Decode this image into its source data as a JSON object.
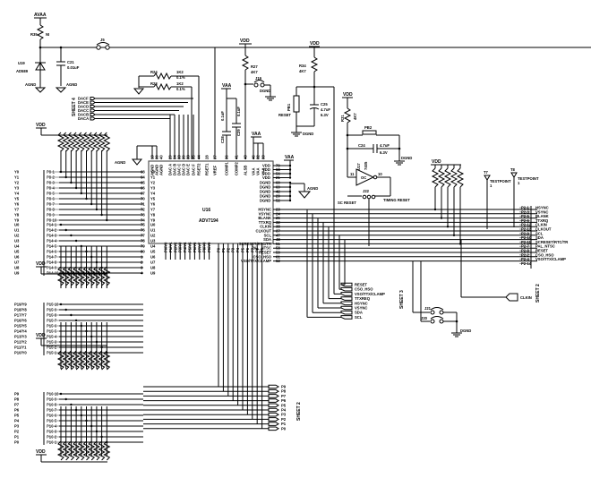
{
  "ic": {
    "designator": "U16",
    "part": "ADV7194",
    "left_pins_y": [
      {
        "num": "63",
        "name": "Y0"
      },
      {
        "num": "64",
        "name": "Y1"
      },
      {
        "num": "65",
        "name": "Y2"
      },
      {
        "num": "66",
        "name": "Y3"
      },
      {
        "num": "67",
        "name": "Y4"
      },
      {
        "num": "70",
        "name": "Y5"
      },
      {
        "num": "71",
        "name": "Y6"
      },
      {
        "num": "72",
        "name": "Y7"
      },
      {
        "num": "73",
        "name": "Y8"
      },
      {
        "num": "74",
        "name": "Y9"
      }
    ],
    "left_pins_u": [
      {
        "num": "75",
        "name": "U0"
      },
      {
        "num": "76",
        "name": "U1"
      },
      {
        "num": "77",
        "name": "U2"
      },
      {
        "num": "78",
        "name": "U3"
      },
      {
        "num": "79",
        "name": "U4"
      },
      {
        "num": "80",
        "name": "U5"
      },
      {
        "num": "1",
        "name": "U6"
      },
      {
        "num": "2",
        "name": "U7"
      },
      {
        "num": "3",
        "name": "U8"
      },
      {
        "num": "4",
        "name": "U9"
      }
    ],
    "top_pins": [
      {
        "num": "18",
        "name": "AGND"
      },
      {
        "num": "30",
        "name": "AGND"
      },
      {
        "num": "40",
        "name": "AGND"
      },
      {
        "num": "29",
        "name": "DAC A"
      },
      {
        "num": "34",
        "name": "DAC B"
      },
      {
        "num": "33",
        "name": "DAC C"
      },
      {
        "num": "39",
        "name": "DAC D"
      },
      {
        "num": "38",
        "name": "DAC E"
      },
      {
        "num": "35",
        "name": "DAC F"
      },
      {
        "num": "44",
        "name": "RSET2"
      },
      {
        "num": "28",
        "name": "RSET1"
      },
      {
        "num": "37",
        "name": "VREF"
      },
      {
        "num": "36",
        "name": "COMP1"
      },
      {
        "num": "41",
        "name": "COMP2"
      },
      {
        "num": "43",
        "name": "ALSB"
      },
      {
        "num": "46",
        "name": "VAA"
      },
      {
        "num": "32",
        "name": "VAA"
      },
      {
        "num": "33",
        "name": "VAA"
      }
    ],
    "right_pins_vdd": [
      {
        "num": "79",
        "name": "VDD"
      },
      {
        "num": "68",
        "name": "VDD"
      },
      {
        "num": "56",
        "name": "VDD"
      },
      {
        "num": "21",
        "name": "VDD"
      }
    ],
    "right_pins_dgnd": [
      {
        "num": "60",
        "name": "DGND"
      },
      {
        "num": "69",
        "name": "DGND"
      },
      {
        "num": "42",
        "name": "DGND"
      },
      {
        "num": "20",
        "name": "DGND"
      },
      {
        "num": "52",
        "name": "DGND"
      }
    ],
    "right_pins_sig": [
      {
        "num": "23",
        "name": "HSYNC"
      },
      {
        "num": "24",
        "name": "VSYNC"
      },
      {
        "num": "25",
        "name": "BLANK"
      },
      {
        "num": "32",
        "name": "TTXRQ"
      },
      {
        "num": "38",
        "name": "CLKIN"
      },
      {
        "num": "37",
        "name": "CLKOUT"
      },
      {
        "num": "47",
        "name": "SCL"
      },
      {
        "num": "48",
        "name": "SDA"
      },
      {
        "num": "51",
        "name": "SCRESET/RTC/TR"
      },
      {
        "num": "58",
        "name": "PAL_NTSC"
      },
      {
        "num": "59",
        "name": "RESET"
      },
      {
        "num": "61",
        "name": "CSO_HSO"
      },
      {
        "num": "62",
        "name": "VSO/TTX/CLAMP"
      }
    ],
    "bottom_pins_left": [
      "P0/Y0",
      "P1/Y1",
      "P2/Y2",
      "P3/Y3",
      "P4/Y4",
      "P5/Y5",
      "P6/Y6",
      "P7/Y7",
      "P8/Y8",
      "P9/Y9"
    ],
    "bottom_pins_right": [
      "P0",
      "P1",
      "P2",
      "P3",
      "P4",
      "P5",
      "P6",
      "P7",
      "P8",
      "P9"
    ]
  },
  "power": {
    "avaa": "AVAA",
    "vaa": "VAA",
    "vdd": "VDD",
    "agnd": "AGND",
    "dgnd": "DGND"
  },
  "components": {
    "r35": {
      "ref": "R35",
      "value": "NI"
    },
    "u19": {
      "ref": "U19",
      "value": "AD589"
    },
    "c21": {
      "ref": "C21",
      "value": "0.01uF"
    },
    "j5": {
      "ref": "J5"
    },
    "r24": {
      "ref": "R24",
      "value": "1K2",
      "tol": "0.1%"
    },
    "r23": {
      "ref": "R23",
      "value": "1K2",
      "tol": "0.1%"
    },
    "r27": {
      "ref": "R27",
      "value": "4K7"
    },
    "j19": {
      "ref": "J19"
    },
    "c28": {
      "ref": "C28",
      "value": "0.1uF"
    },
    "c29": {
      "ref": "C29",
      "value": "0.1uF"
    },
    "r34": {
      "ref": "R34",
      "value": "4K7"
    },
    "pb1": {
      "ref": "PB1",
      "label": "RESET"
    },
    "c25": {
      "ref": "C25",
      "value": "4.7uF",
      "voltage": "6.3V"
    },
    "r31": {
      "ref": "R31",
      "value": "4K7"
    },
    "pb2": {
      "ref": "PB2"
    },
    "c24": {
      "ref": "C24",
      "value": "4.7uF",
      "voltage": "6.3V"
    },
    "u17": {
      "ref": "U17",
      "part": "7405",
      "gate": "OC",
      "pin_in": "11",
      "pin_out": "10"
    },
    "j22": {
      "ref": "J22",
      "label_left": "SC RESET",
      "label_right": "TIMING RESET"
    },
    "t7": {
      "ref": "T7",
      "label": "TESTPOINT",
      "pin": "1"
    },
    "t8": {
      "ref": "T8",
      "label": "TESTPOINT",
      "pin": "1"
    },
    "j21": {
      "ref": "J21"
    },
    "j20": {
      "ref": "J20"
    }
  },
  "sheet4": {
    "label": "SHEET 4",
    "nets": [
      "DACF",
      "DACE",
      "DACD",
      "DACC",
      "DACB",
      "DACA"
    ]
  },
  "sheet3": {
    "label": "SHEET 3",
    "nets": [
      "RESET",
      "CSO_HSO",
      "VSO/TTX/CLAMP",
      "TTXREQ",
      "HSYNC",
      "VSYNC",
      "SDA",
      "SCL"
    ]
  },
  "sheet2_right": {
    "label": "SHEET 2",
    "clkin": "CLKIN"
  },
  "sheet2_bottom": {
    "label": "SHEET 2",
    "nets": [
      "P9",
      "P8",
      "P7",
      "P6",
      "P5",
      "P4",
      "P3",
      "P2",
      "P1",
      "P0"
    ]
  },
  "header_p2": {
    "pins": [
      {
        "pin": "P2-1",
        "net": "HSYNC"
      },
      {
        "pin": "P2-3",
        "net": "VSYNC"
      },
      {
        "pin": "P2-5",
        "net": "BLANK"
      },
      {
        "pin": "P2-6",
        "net": "TTXRQ"
      },
      {
        "pin": "P2-12",
        "net": "CLKIN"
      },
      {
        "pin": "P2-13",
        "net": "CLKOUT"
      },
      {
        "pin": "P2-9",
        "net": "SCL"
      },
      {
        "pin": "P2-10",
        "net": "SDA"
      },
      {
        "pin": "P2-11",
        "net": "SCRESET/RTC/TR"
      },
      {
        "pin": "P2-7",
        "net": "PAL_NTSC"
      },
      {
        "pin": "P2-8",
        "net": "RESET"
      },
      {
        "pin": "P2-2",
        "net": "CSO_HSO"
      },
      {
        "pin": "P2-4",
        "net": "VSO/TTX/CLAMP"
      },
      {
        "pin": "P2-14",
        "net": ""
      }
    ]
  },
  "header_p8": {
    "nets": [
      "Y0",
      "Y1",
      "Y2",
      "Y3",
      "Y4",
      "Y5",
      "Y6",
      "Y7",
      "Y8",
      "Y9"
    ],
    "pins": [
      "P8-1",
      "P8-2",
      "P8-3",
      "P8-4",
      "P8-5",
      "P8-6",
      "P8-7",
      "P8-8",
      "P8-9",
      "P8-10"
    ]
  },
  "header_p14": {
    "nets": [
      "U0",
      "U1",
      "U2",
      "U3",
      "U4",
      "U5",
      "U6",
      "U7",
      "U8",
      "U9"
    ],
    "pins": [
      "P14-1",
      "P14-2",
      "P14-3",
      "P14-4",
      "P14-5",
      "P14-6",
      "P14-7",
      "P14-8",
      "P14-9",
      "P14-10"
    ]
  },
  "header_p15": {
    "nets": [
      "P19/Y9",
      "P18/Y8",
      "P17/Y7",
      "P16/Y6",
      "P15/Y5",
      "P14/Y4",
      "P13/Y3",
      "P12/Y2",
      "P11/Y1",
      "P10/Y0"
    ],
    "pins": [
      "P15-10",
      "P15-9",
      "P15-8",
      "P15-7",
      "P15-6",
      "P15-5",
      "P15-4",
      "P15-3",
      "P15-2",
      "P15-1"
    ]
  },
  "header_p16": {
    "nets": [
      "P9",
      "P8",
      "P7",
      "P6",
      "P5",
      "P4",
      "P3",
      "P2",
      "P1",
      "P0"
    ],
    "pins": [
      "P16-10",
      "P16-9",
      "P16-8",
      "P16-7",
      "P16-6",
      "P16-5",
      "P16-4",
      "P16-3",
      "P16-2",
      "P16-1"
    ]
  }
}
